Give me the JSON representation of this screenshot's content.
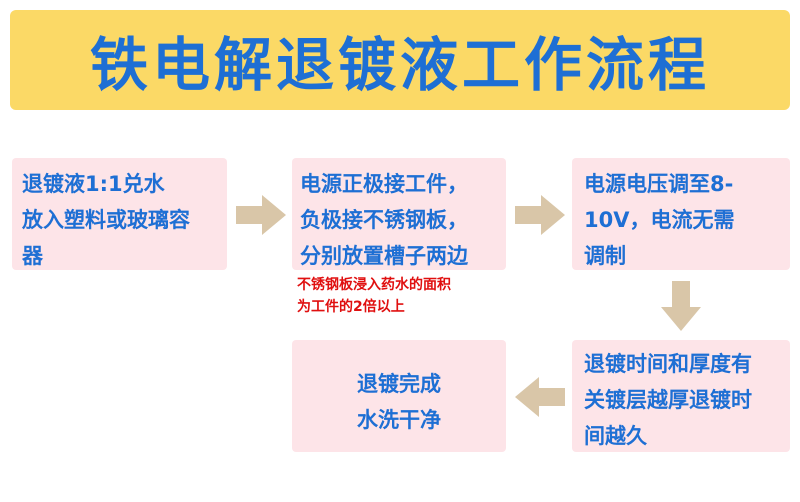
{
  "title": "铁电解退镀液工作流程",
  "colors": {
    "title_bg": "#fbd966",
    "title_text": "#1e6fd4",
    "box_bg": "#fde4e8",
    "arrow": "#d9c6a8",
    "note_text": "#e01010"
  },
  "steps": [
    {
      "lines": [
        "退镀液1:1兑水",
        "放入塑料或玻璃容",
        "器"
      ]
    },
    {
      "lines": [
        "电源正极接工件，",
        "负极接不锈钢板，",
        "分别放置槽子两边"
      ]
    },
    {
      "lines": [
        "电源电压调至8-",
        "10V，电流无需",
        "调制"
      ]
    },
    {
      "lines": [
        "退镀时间和厚度有",
        "关镀层越厚退镀时",
        "间越久"
      ]
    },
    {
      "lines": [
        "退镀完成",
        "水洗干净"
      ]
    }
  ],
  "note": {
    "lines": [
      "不锈钢板浸入药水的面积",
      "为工件的2倍以上"
    ]
  },
  "arrows": [
    {
      "icon": "arrow-right-icon"
    },
    {
      "icon": "arrow-right-icon"
    },
    {
      "icon": "arrow-down-icon"
    },
    {
      "icon": "arrow-left-icon"
    }
  ]
}
